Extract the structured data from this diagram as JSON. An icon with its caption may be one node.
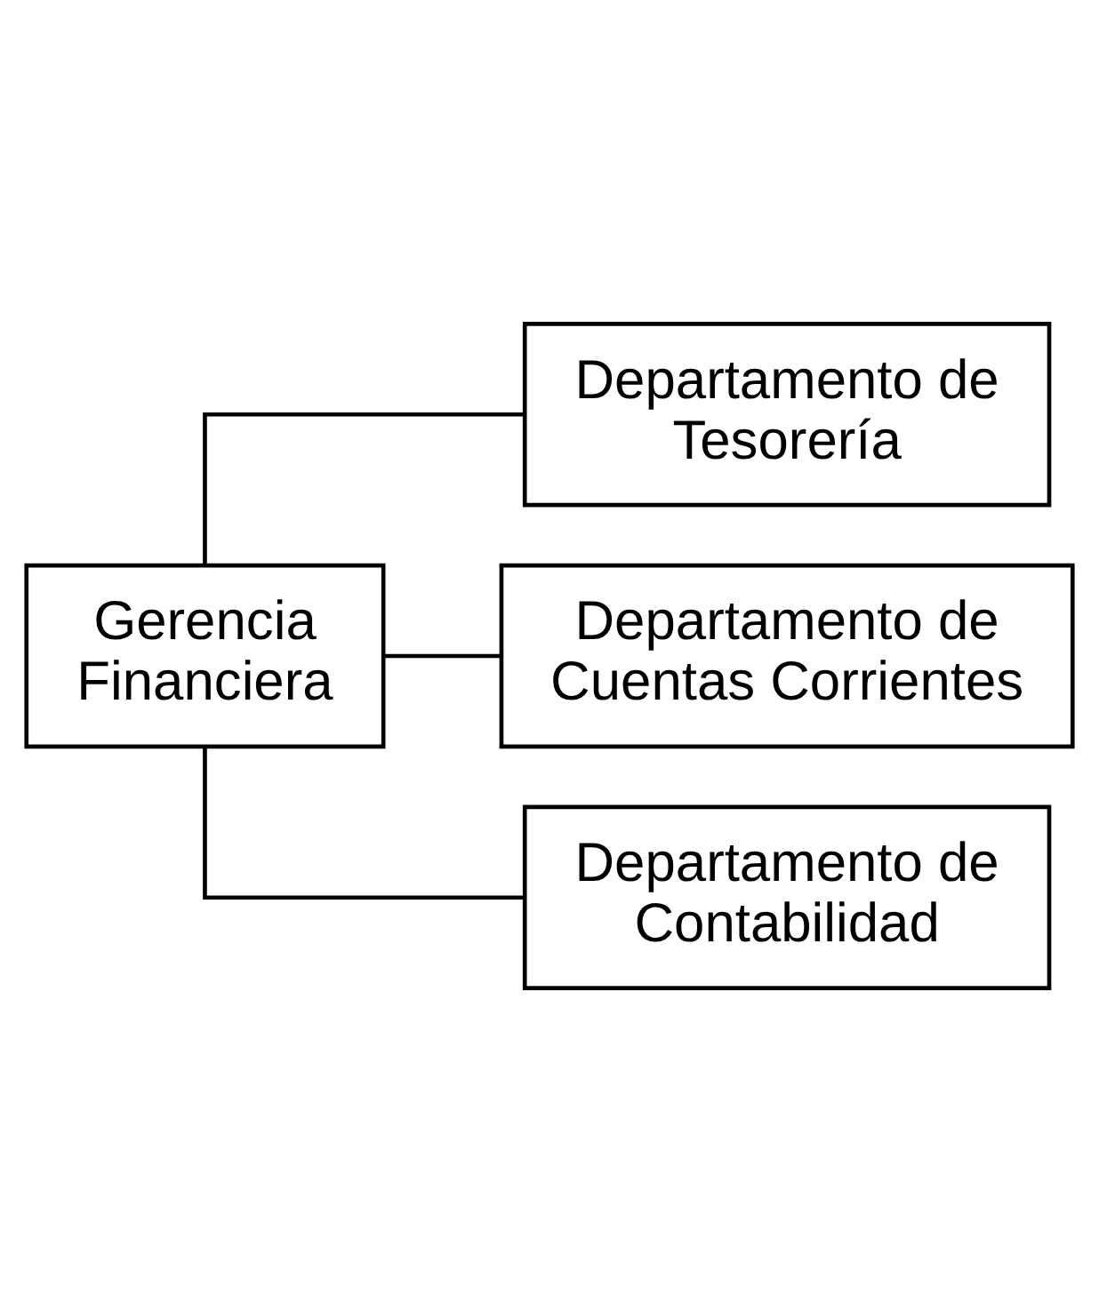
{
  "diagram": {
    "nodes": [
      {
        "text": [
          "Gerencia Financiera"
        ]
      },
      {
        "text": [
          "Departamento de Tesorería"
        ]
      },
      {
        "text": [
          "Departamento de Cuentas Corrientes"
        ]
      },
      {
        "text": [
          "Departamento de Contabilidad"
        ]
      }
    ],
    "edges": [
      {
        "from": 0,
        "to": 1,
        "arrow": "none"
      },
      {
        "from": 0,
        "to": 2,
        "arrow": "none"
      },
      {
        "from": 0,
        "to": 3,
        "arrow": "none"
      }
    ]
  }
}
